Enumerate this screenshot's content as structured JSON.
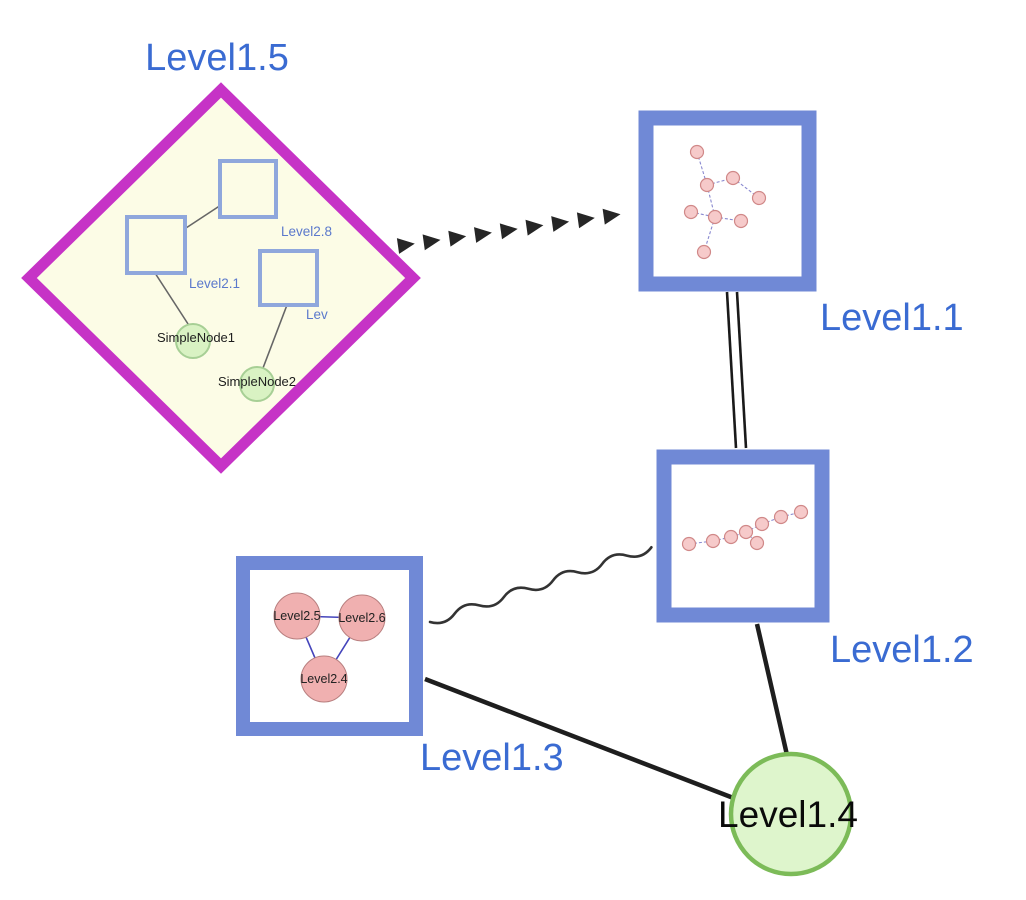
{
  "nodes": {
    "level1_5": {
      "label": "Level1.5",
      "shape": "diamond",
      "border_color": "#c633c6",
      "fill": "#fcfce6",
      "children": {
        "level2_8": {
          "label": "Level2.8",
          "shape": "square"
        },
        "level2_1": {
          "label": "Level2.1",
          "shape": "square"
        },
        "level2_x": {
          "label": "Lev",
          "shape": "square"
        },
        "simple_node_1": {
          "label": "SimpleNode1",
          "shape": "circle",
          "fill": "#d9f2c3"
        },
        "simple_node_2": {
          "label": "SimpleNode2",
          "shape": "circle",
          "fill": "#d9f2c3"
        }
      },
      "child_edges": [
        {
          "from": "Level2.8",
          "to": "Level2.1"
        },
        {
          "from": "Level2.1",
          "to": "SimpleNode1"
        },
        {
          "from": "Lev",
          "to": "SimpleNode2"
        }
      ]
    },
    "level1_1": {
      "label": "Level1.1",
      "shape": "square",
      "border_color": "#7089d6",
      "content": "mini-graph-star"
    },
    "level1_2": {
      "label": "Level1.2",
      "shape": "square",
      "border_color": "#7089d6",
      "content": "mini-graph-chain"
    },
    "level1_3": {
      "label": "Level1.3",
      "shape": "square",
      "border_color": "#7089d6",
      "children": {
        "level2_5": {
          "label": "Level2.5",
          "shape": "circle",
          "fill": "#f0b0b0"
        },
        "level2_6": {
          "label": "Level2.6",
          "shape": "circle",
          "fill": "#f0b0b0"
        },
        "level2_4": {
          "label": "Level2.4",
          "shape": "circle",
          "fill": "#f0b0b0"
        }
      },
      "child_edges": [
        {
          "from": "Level2.5",
          "to": "Level2.6"
        },
        {
          "from": "Level2.5",
          "to": "Level2.4"
        },
        {
          "from": "Level2.6",
          "to": "Level2.4"
        }
      ]
    },
    "level1_4": {
      "label": "Level1.4",
      "shape": "circle",
      "fill": "#def5cc",
      "border_color": "#7cbb58"
    }
  },
  "edges": [
    {
      "from": "Level1.5",
      "to": "Level1.1",
      "style": "bold-dashed-arrow"
    },
    {
      "from": "Level1.1",
      "to": "Level1.2",
      "style": "double-line"
    },
    {
      "from": "Level1.3",
      "to": "Level1.2",
      "style": "wavy"
    },
    {
      "from": "Level1.3",
      "to": "Level1.4",
      "style": "solid"
    },
    {
      "from": "Level1.2",
      "to": "Level1.4",
      "style": "solid"
    }
  ],
  "colors": {
    "label_blue": "#3a6bd2",
    "box_border_blue": "#7089d6",
    "diamond_magenta": "#c633c6",
    "diamond_fill": "#fcfce6",
    "green_fill": "#def5cc",
    "green_border": "#7cbb58",
    "pink_node": "#f0b0b0",
    "mini_node_pink": "#f6caca",
    "edge_black": "#1e1e1e"
  }
}
